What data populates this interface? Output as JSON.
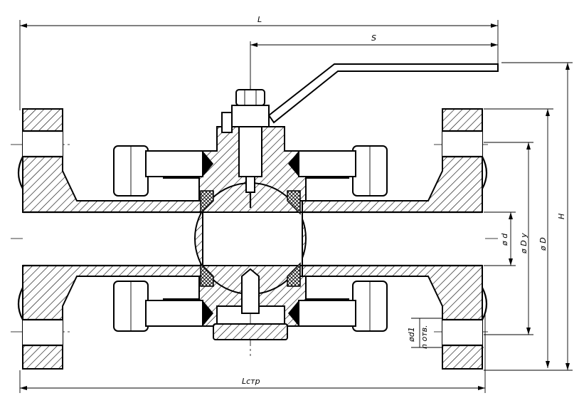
{
  "dimensions": {
    "L": "L",
    "S": "S",
    "H": "H",
    "d": "ø d",
    "Dy": "ø D у",
    "D": "ø D",
    "d1": "ød1",
    "n_holes": "n отв.",
    "Lstr": "Lстр"
  },
  "colors": {
    "stroke": "#000000",
    "background": "#ffffff"
  }
}
